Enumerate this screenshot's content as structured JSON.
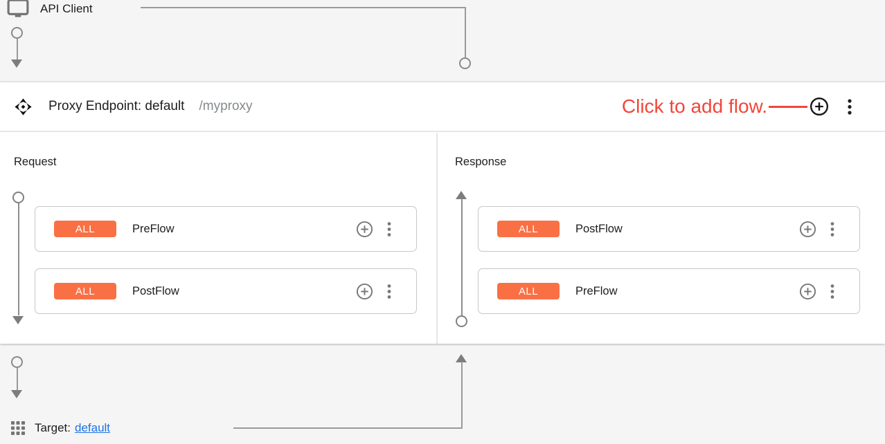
{
  "colors": {
    "badge_orange": "#fa7045",
    "annotation_red": "#f2463a",
    "link_blue": "#1a73e8",
    "connector_gray": "#8a8a8a"
  },
  "api_client": {
    "label": "API Client",
    "icon": "monitor-icon"
  },
  "proxy_endpoint": {
    "icon": "move-arrows-icon",
    "title": "Proxy Endpoint: default",
    "basepath": "/myproxy",
    "annotation": "Click to add flow.",
    "header_actions": {
      "add_flow_icon": "plus-circle-icon",
      "menu_icon": "kebab-menu-icon"
    },
    "request": {
      "label": "Request",
      "flows": [
        {
          "badge": "ALL",
          "name": "PreFlow"
        },
        {
          "badge": "ALL",
          "name": "PostFlow"
        }
      ]
    },
    "response": {
      "label": "Response",
      "flows": [
        {
          "badge": "ALL",
          "name": "PostFlow"
        },
        {
          "badge": "ALL",
          "name": "PreFlow"
        }
      ]
    }
  },
  "target": {
    "icon": "grid-icon",
    "label": "Target:",
    "link": "default"
  }
}
